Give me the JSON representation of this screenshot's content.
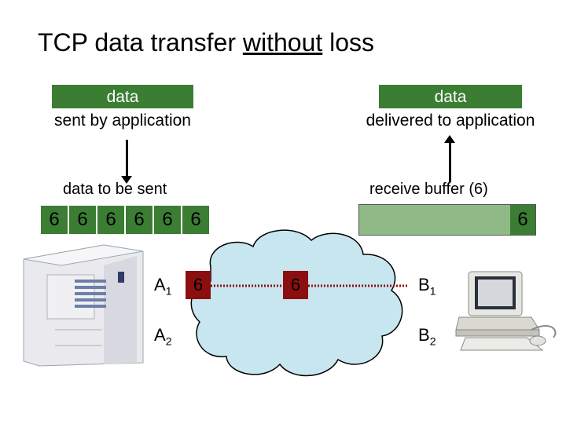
{
  "title": {
    "prefix": "TCP data transfer ",
    "emph": "without",
    "suffix": " loss"
  },
  "sender": {
    "top_label_line1": "data",
    "top_label_line2": "sent by application",
    "buffer_label": "data to be sent",
    "buffer_cells": [
      "6",
      "6",
      "6",
      "6",
      "6",
      "6"
    ],
    "host_a1": "A",
    "host_a1_sub": "1",
    "host_a2": "A",
    "host_a2_sub": "2",
    "segment": "6"
  },
  "receiver": {
    "top_label_line1": "data",
    "top_label_line2": "delivered to application",
    "buffer_label": "receive buffer (6)",
    "buffer_value": "6",
    "host_b1": "B",
    "host_b1_sub": "1",
    "host_b2": "B",
    "host_b2_sub": "2"
  },
  "network": {
    "segment": "6"
  },
  "colors": {
    "green": "#3a7d33",
    "buffer": "#8fba87",
    "segment": "#8b0f0f",
    "cloud": "#c8e6ef"
  },
  "icons": {
    "server": "server-tower-icon",
    "client": "desktop-computer-icon",
    "network": "cloud-icon"
  }
}
